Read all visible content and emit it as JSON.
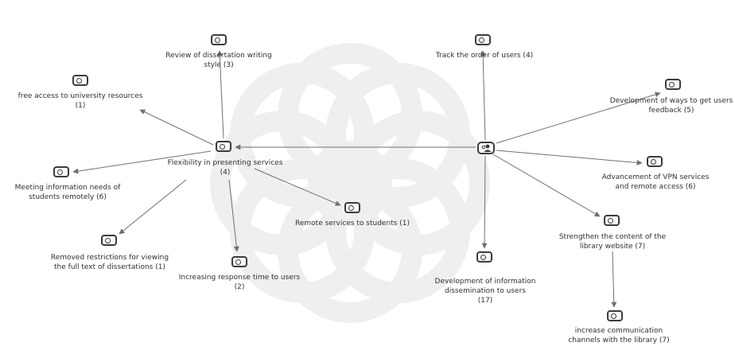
{
  "diagram": {
    "colors": {
      "edge": "#707070",
      "icon": "#3c3c3c",
      "watermark": "#efefef",
      "text": "#303030"
    },
    "nodes": {
      "hub": {
        "label": "",
        "icon": "group-icon"
      },
      "flexibility": {
        "label": [
          "Flexibility in presenting services",
          "(4)"
        ],
        "icon": "code-icon"
      },
      "review": {
        "label": [
          "Review of dissertation writing",
          "style (3)"
        ],
        "icon": "code-icon"
      },
      "free_access": {
        "label": [
          "free access to university resources",
          "(1)"
        ],
        "icon": "code-icon"
      },
      "meeting_info": {
        "label": [
          "Meeting information needs of",
          "students remotely (6)"
        ],
        "icon": "code-icon"
      },
      "removed_restrictions": {
        "label": [
          "Removed restrictions for viewing",
          "the full text of dissertations (1)"
        ],
        "icon": "code-icon"
      },
      "response_time": {
        "label": [
          "Increasing response time to users",
          "(2)"
        ],
        "icon": "code-icon"
      },
      "remote_services": {
        "label": [
          "Remote services to students (1)"
        ],
        "icon": "code-icon"
      },
      "track_order": {
        "label": [
          "Track the order of users  (4)"
        ],
        "icon": "code-icon"
      },
      "feedback": {
        "label": [
          "Development of ways to get users",
          "feedback (5)"
        ],
        "icon": "code-icon"
      },
      "vpn": {
        "label": [
          "Advancement of VPN services",
          "and remote access (6)"
        ],
        "icon": "code-icon"
      },
      "website": {
        "label": [
          "Strengthen the content of the",
          "library website (7)"
        ],
        "icon": "code-icon"
      },
      "dissemination": {
        "label": [
          "Development of information",
          "dissemination to users",
          "(17)"
        ],
        "icon": "code-icon"
      },
      "communication": {
        "label": [
          "increase communication",
          "channels with the library (7)"
        ],
        "icon": "code-icon"
      }
    }
  }
}
